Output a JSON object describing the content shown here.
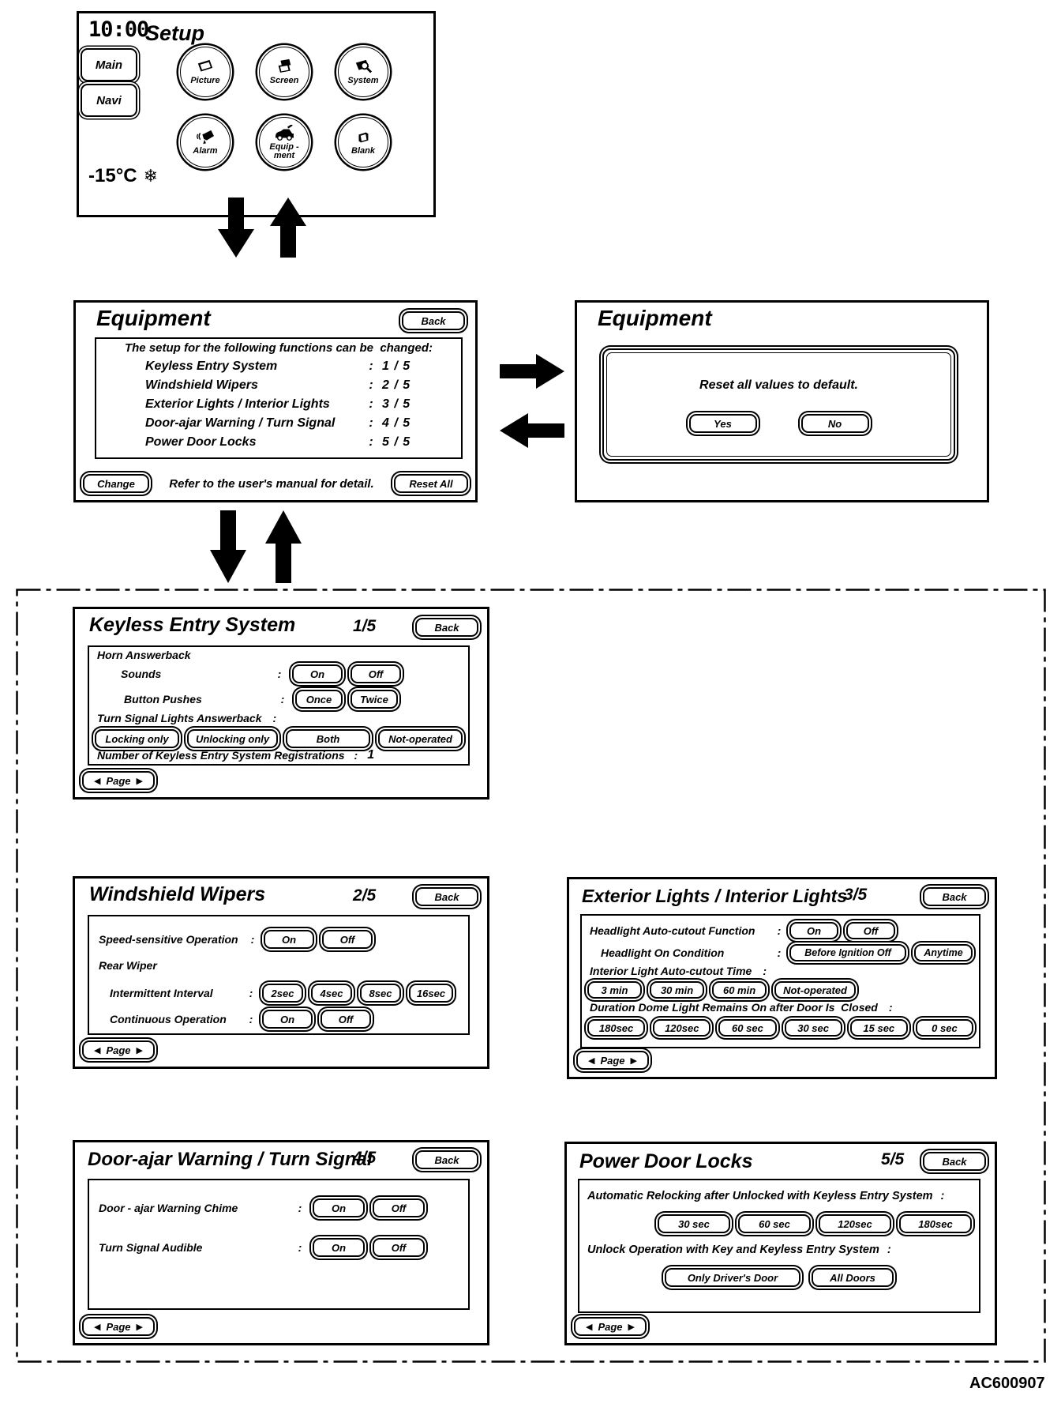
{
  "punct": {
    "colon": ":"
  },
  "page_nav": {
    "prev": "◀",
    "label": "Page",
    "next": "▶"
  },
  "footer_code": "AC600907",
  "colors": {
    "ink": "#000000",
    "paper": "#ffffff"
  },
  "setup": {
    "clock": "10:00",
    "title": "Setup",
    "main_label": "Main",
    "navi_label": "Navi",
    "icons": [
      {
        "label": "Picture"
      },
      {
        "label": "Screen"
      },
      {
        "label": "System"
      },
      {
        "label": "Alarm"
      },
      {
        "label": "Equip -\nment"
      },
      {
        "label": "Blank"
      }
    ],
    "temperature": "-15°C",
    "weather_glyph": "❄"
  },
  "equipment": {
    "title": "Equipment",
    "back_label": "Back",
    "caption": "The setup for the following functions can be  changed:",
    "items": [
      {
        "name": "Keyless Entry System",
        "page": "1 / 5"
      },
      {
        "name": "Windshield Wipers",
        "page": "2 / 5"
      },
      {
        "name": "Exterior Lights / Interior Lights",
        "page": "3 / 5"
      },
      {
        "name": "Door-ajar Warning / Turn Signal",
        "page": "4 / 5"
      },
      {
        "name": "Power Door Locks",
        "page": "5 / 5"
      }
    ],
    "change_label": "Change",
    "footnote": "Refer to the user's manual for detail.",
    "reset_all_label": "Reset All"
  },
  "reset_dialog": {
    "title": "Equipment",
    "message": "Reset all values to default.",
    "yes_label": "Yes",
    "no_label": "No"
  },
  "keyless": {
    "title": "Keyless Entry System",
    "page": "1/5",
    "back_label": "Back",
    "horn_answerback_label": "Horn Answerback",
    "sounds_label": "Sounds",
    "sounds_options": [
      "On",
      "Off"
    ],
    "button_pushes_label": "Button Pushes",
    "button_pushes_options": [
      "Once",
      "Twice"
    ],
    "turn_signal_label": "Turn Signal Lights Answerback",
    "turn_signal_options": [
      "Locking only",
      "Unlocking only",
      "Both",
      "Not-operated"
    ],
    "registrations_label": "Number of Keyless Entry System Registrations",
    "registrations_value": "1"
  },
  "wipers": {
    "title": "Windshield Wipers",
    "page": "2/5",
    "back_label": "Back",
    "speed_label": "Speed-sensitive Operation",
    "speed_options": [
      "On",
      "Off"
    ],
    "rear_wiper_label": "Rear Wiper",
    "intermittent_label": "Intermittent Interval",
    "intermittent_options": [
      "2sec",
      "4sec",
      "8sec",
      "16sec"
    ],
    "continuous_label": "Continuous Operation",
    "continuous_options": [
      "On",
      "Off"
    ]
  },
  "lights": {
    "title": "Exterior Lights / Interior Lights",
    "page": "3/5",
    "back_label": "Back",
    "headlight_cutout_label": "Headlight Auto-cutout Function",
    "headlight_cutout_options": [
      "On",
      "Off"
    ],
    "headlight_on_label": "Headlight On Condition",
    "headlight_on_options": [
      "Before Ignition Off",
      "Anytime"
    ],
    "interior_cutout_label": "Interior Light Auto-cutout Time",
    "interior_cutout_options": [
      "3 min",
      "30 min",
      "60 min",
      "Not-operated"
    ],
    "dome_label": "Duration Dome Light Remains On after Door Is  Closed",
    "dome_options": [
      "180sec",
      "120sec",
      "60 sec",
      "30 sec",
      "15 sec",
      "0 sec"
    ]
  },
  "door_ajar": {
    "title": "Door-ajar Warning / Turn Signal",
    "page": "4/5",
    "back_label": "Back",
    "chime_label": "Door - ajar Warning Chime",
    "chime_options": [
      "On",
      "Off"
    ],
    "turn_audible_label": "Turn Signal Audible",
    "turn_audible_options": [
      "On",
      "Off"
    ]
  },
  "door_locks": {
    "title": "Power Door Locks",
    "page": "5/5",
    "back_label": "Back",
    "relock_label": "Automatic Relocking after Unlocked with Keyless Entry System",
    "relock_options": [
      "30 sec",
      "60 sec",
      "120sec",
      "180sec"
    ],
    "unlock_label": "Unlock Operation with Key and Keyless Entry System",
    "unlock_options": [
      "Only Driver's Door",
      "All Doors"
    ]
  }
}
